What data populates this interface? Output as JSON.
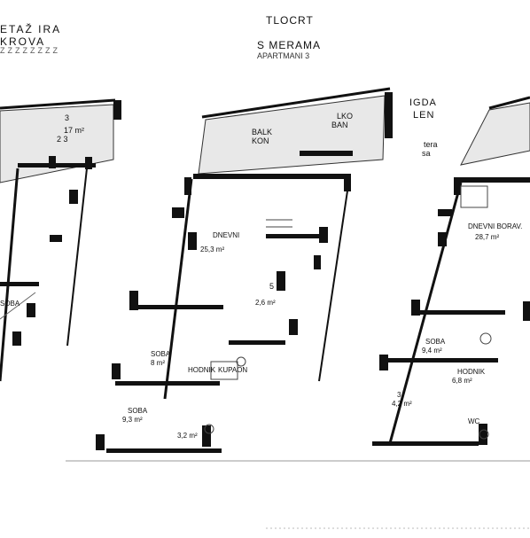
{
  "header": {
    "top_title": "TLOCRT",
    "sub_title": "S MERAMA",
    "sub_title_2": "APARTMANI 3",
    "left_title_1": "ETAŽ IRA",
    "left_title_2": "KROVA",
    "left_title_3": "ZZZZZZZZ",
    "right_label_1": "IGDA",
    "right_label_2": "LEN"
  },
  "rooms": {
    "left_terrace_num": "3",
    "left_terrace_area": "17 m²",
    "left_terrace_sub": "2  3",
    "left_bedroom": "SOBA",
    "center_balcony_1": "BALK",
    "center_balcony_2": "KON",
    "center_balcony_3": "LKO",
    "center_balcony_4": "BAN",
    "center_living": "DNEVNI",
    "center_living_area": "25,3 m²",
    "center_corridor_num": "5",
    "center_corridor_area": "2,6 m²",
    "center_bedroom_1": "SOBA",
    "center_bedroom_1_area": "8 m²",
    "center_hall": "HODNIK",
    "center_bath": "KUPAON",
    "center_bedroom_2": "SOBA",
    "center_bedroom_2_area": "9,3 m²",
    "center_wc_area": "3,2 m²",
    "right_terasa_1": "tera",
    "right_terasa_2": "sa",
    "right_living": "DNEVNI BORAV.",
    "right_living_area": "28,7 m²",
    "right_bedroom": "SOBA",
    "right_bedroom_area": "9,4 m²",
    "right_hall": "HODNIK",
    "right_hall_area": "6,8 m²",
    "right_small_num": "3",
    "right_small_area": "4,2 m²",
    "right_wc": "WC"
  }
}
